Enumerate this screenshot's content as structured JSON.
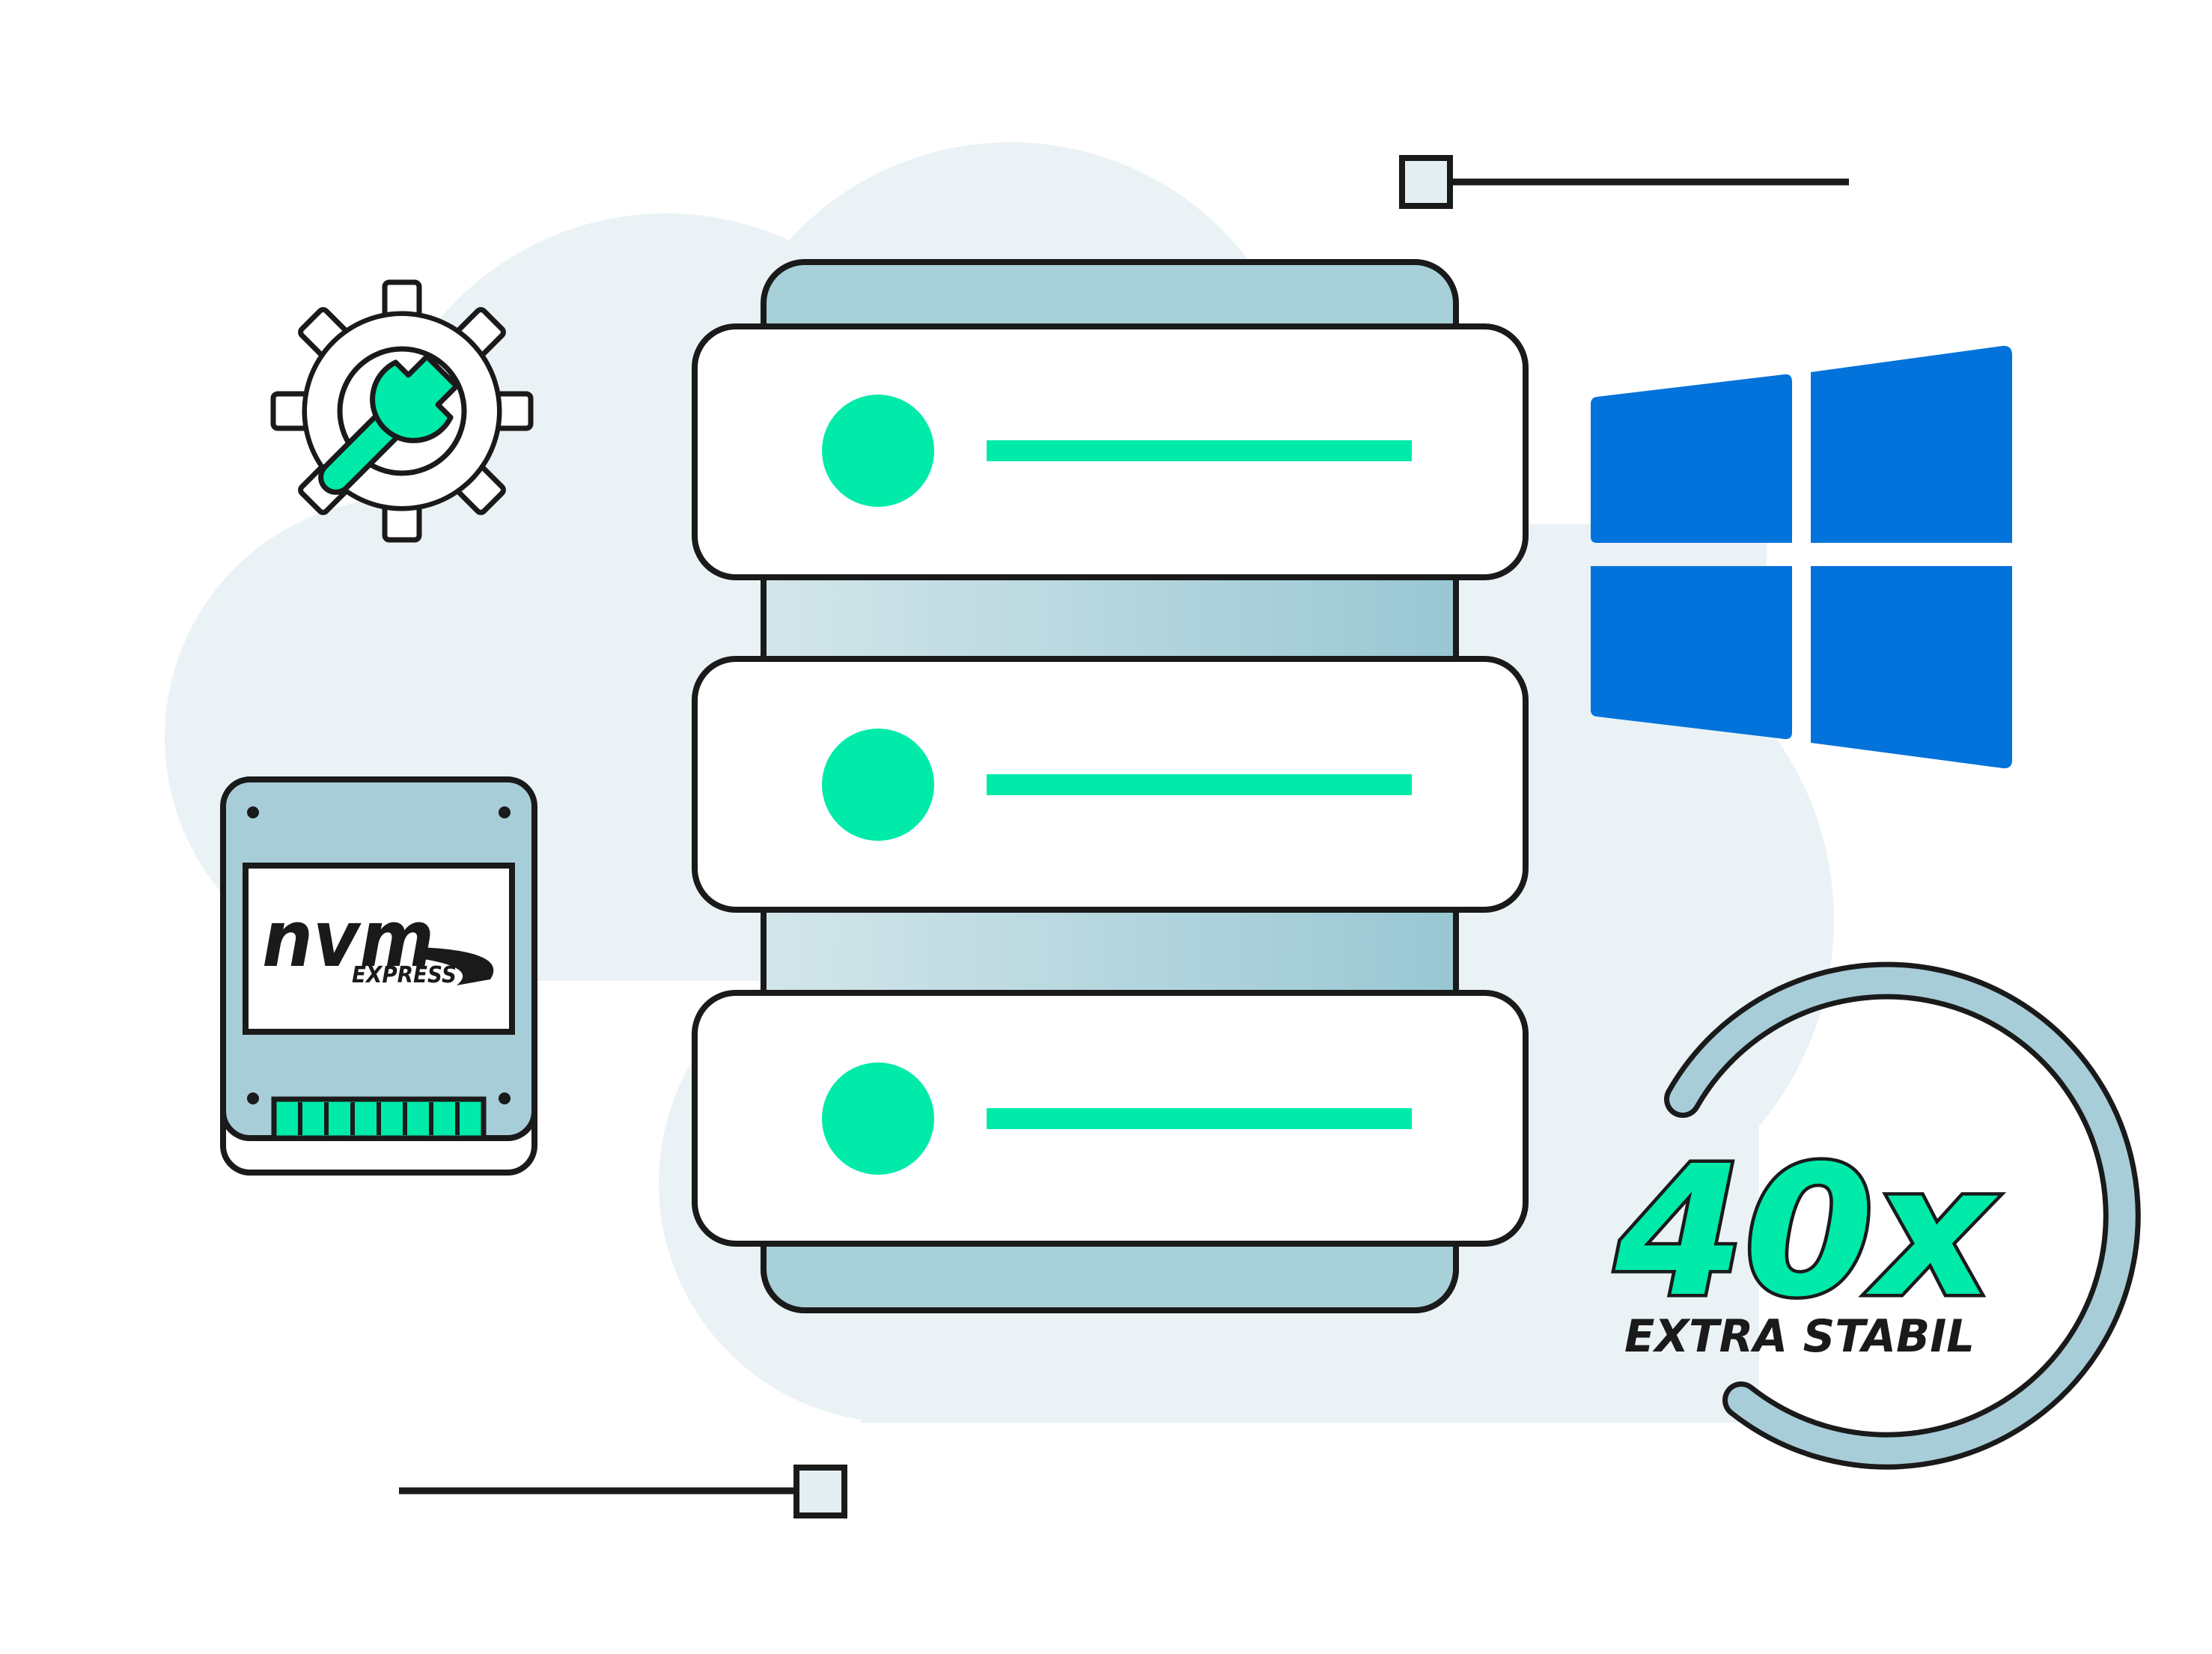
{
  "illustration": {
    "nvme_logo_word": "nvm",
    "nvme_logo_sub": "EXPRESS",
    "badge_number": "40x",
    "badge_caption": "EXTRA STABIL"
  },
  "colors": {
    "background": "#ffffff",
    "cloud": "#eaf2f5",
    "server_body": "#a7d0d8",
    "server_panel": "#ffffff",
    "accent_green": "#00eaaa",
    "windows_blue": "#0273da",
    "outline": "#1a1a1a",
    "connector_square": "#e3eef3"
  },
  "icons": [
    "gear-wrench-icon",
    "nvme-ssd-icon",
    "windows-logo-icon",
    "server-stack-icon",
    "cycle-arrow-icon"
  ]
}
